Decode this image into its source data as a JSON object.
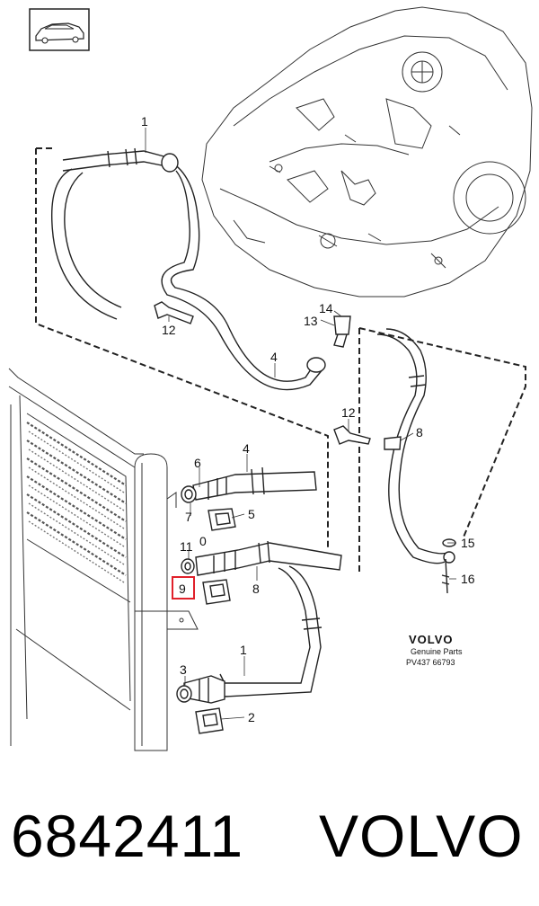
{
  "diagram": {
    "callouts": [
      {
        "id": "c1a",
        "text": "1"
      },
      {
        "id": "c12a",
        "text": "12"
      },
      {
        "id": "c4a",
        "text": "4"
      },
      {
        "id": "c14",
        "text": "14"
      },
      {
        "id": "c13",
        "text": "13"
      },
      {
        "id": "c12b",
        "text": "12"
      },
      {
        "id": "c8a",
        "text": "8"
      },
      {
        "id": "c4b",
        "text": "4"
      },
      {
        "id": "c6",
        "text": "6"
      },
      {
        "id": "c7",
        "text": "7"
      },
      {
        "id": "c5",
        "text": "5"
      },
      {
        "id": "c0",
        "text": "0"
      },
      {
        "id": "c11",
        "text": "11"
      },
      {
        "id": "c9",
        "text": "9"
      },
      {
        "id": "c8b",
        "text": "8"
      },
      {
        "id": "c15",
        "text": "15"
      },
      {
        "id": "c16",
        "text": "16"
      },
      {
        "id": "c1b",
        "text": "1"
      },
      {
        "id": "c3",
        "text": "3"
      },
      {
        "id": "c2",
        "text": "2"
      }
    ],
    "highlighted_callout": "9",
    "highlight_color": "#e0202a",
    "stamp": {
      "brand": "VOLVO",
      "line1": "Genuine Parts",
      "line2": "PV437 66793"
    }
  },
  "caption": {
    "part_number": "6842411",
    "brand": "VOLVO"
  }
}
